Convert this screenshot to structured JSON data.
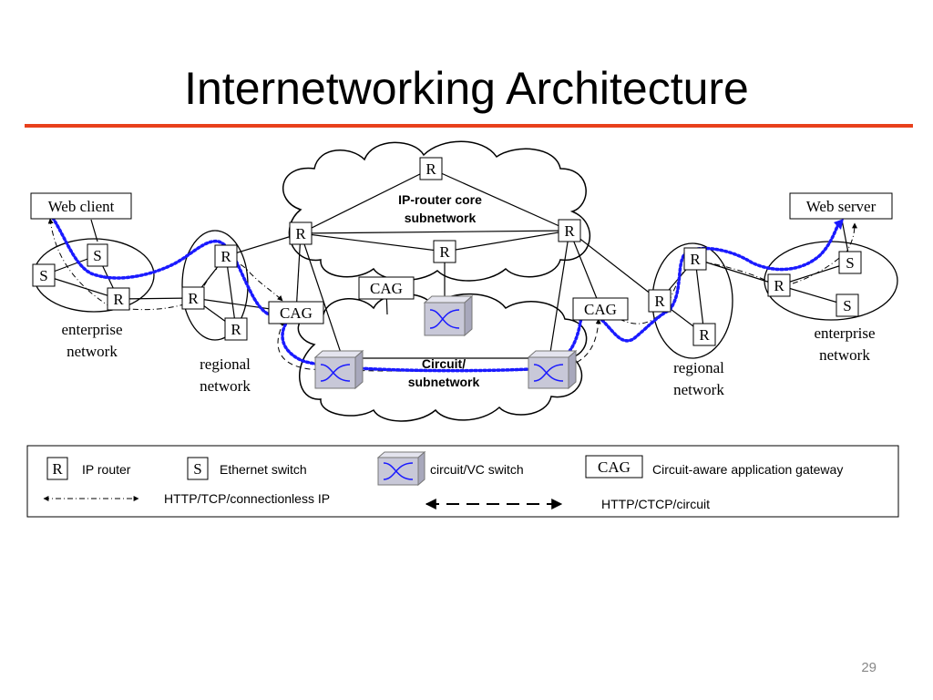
{
  "slide": {
    "title": "Internetworking Architecture",
    "page_number": "29",
    "accent_color": "#e8401c"
  },
  "labels": {
    "web_client": "Web client",
    "web_server": "Web server",
    "router": "R",
    "switch": "S",
    "cag": "CAG",
    "core_title_1": "IP-router core",
    "core_title_2": "subnetwork",
    "circuit_title_1": "Circuit/",
    "circuit_title_2": "subnetwork",
    "enterprise_1": "enterprise",
    "enterprise_2": "network",
    "regional_1": "regional",
    "regional_2": "network"
  },
  "legend": {
    "router_label": "IP router",
    "switch_label": "Ethernet switch",
    "vc_switch_label": "circuit/VC switch",
    "cag_label": "Circuit-aware application gateway",
    "connectionless_label": "HTTP/TCP/connectionless IP",
    "circuit_label": "HTTP/CTCP/circuit"
  },
  "colors": {
    "path": "#1a1aff",
    "switch_box": "#c8c8d8",
    "line": "#000000"
  }
}
